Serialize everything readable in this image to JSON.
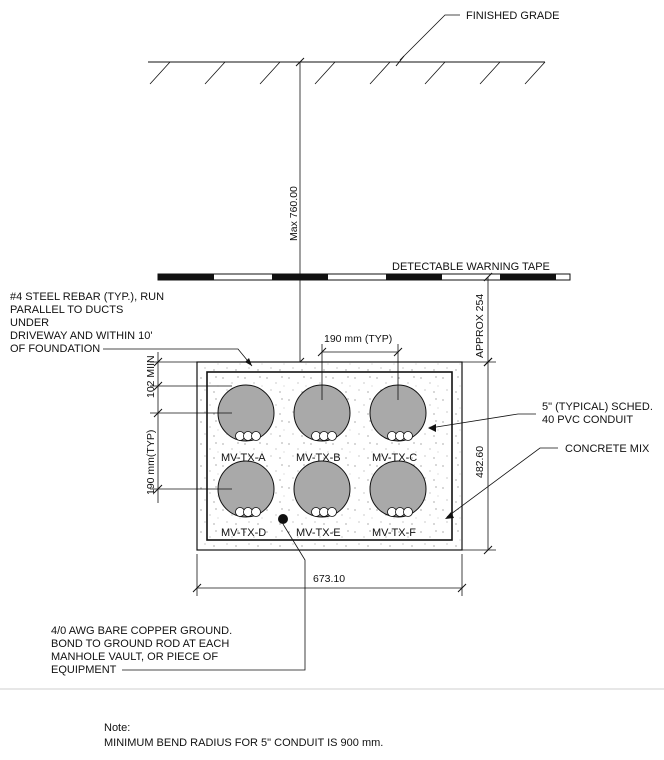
{
  "labels": {
    "finished_grade": "FINISHED GRADE",
    "depth": "Max 760.00",
    "warning_tape": "DETECTABLE WARNING TAPE",
    "tape_offset": "APPROX 254",
    "rebar": [
      "#4 STEEL REBAR (TYP.), RUN",
      "PARALLEL TO DUCTS",
      "UNDER",
      "DRIVEWAY AND WITHIN 10'",
      "OF FOUNDATION"
    ],
    "spacing_top": "190 mm (TYP)",
    "cover_top": "102 MIIN",
    "spacing_vert": "190 mm(TYP)",
    "conduit": [
      "5\" (TYPICAL) SCHED.",
      "40 PVC CONDUIT"
    ],
    "concrete": "CONCRETE MIX",
    "height": "482.60",
    "width": "673.10",
    "ground": [
      "4/0 AWG BARE COPPER GROUND.",
      "BOND TO GROUND ROD AT EACH",
      "MANHOLE VAULT, OR PIECE OF",
      "EQUIPMENT"
    ]
  },
  "ducts": [
    "MV-TX-A",
    "MV-TX-B",
    "MV-TX-C",
    "MV-TX-D",
    "MV-TX-E",
    "MV-TX-F"
  ],
  "note": {
    "title": "Note:",
    "text": "MINIMUM BEND RADIUS FOR 5\" CONDUIT IS 900 mm."
  }
}
